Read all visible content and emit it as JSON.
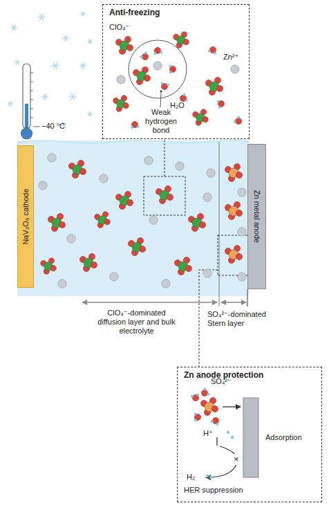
{
  "diagram": {
    "nodes": [
      {
        "text": [
          "Anti-freezing"
        ]
      },
      {
        "text": [
          "NaV₃O₈ cathode"
        ]
      },
      {
        "text": [
          "Zn metal anode"
        ]
      },
      {
        "text": [
          "Zn anode protection"
        ]
      }
    ],
    "labels": [
      "ClO₄⁻",
      "Zn²⁺",
      "H₂O",
      "Weak hydrogen bond",
      "−40 °C",
      "ClO₄⁻-dominated diffusion layer and bulk electrolyte",
      "SO₄²⁻-dominated Stern layer",
      "SO₄²⁻",
      "Adsorption",
      "H⁺",
      "×",
      "H₂",
      "HER suppression"
    ]
  }
}
